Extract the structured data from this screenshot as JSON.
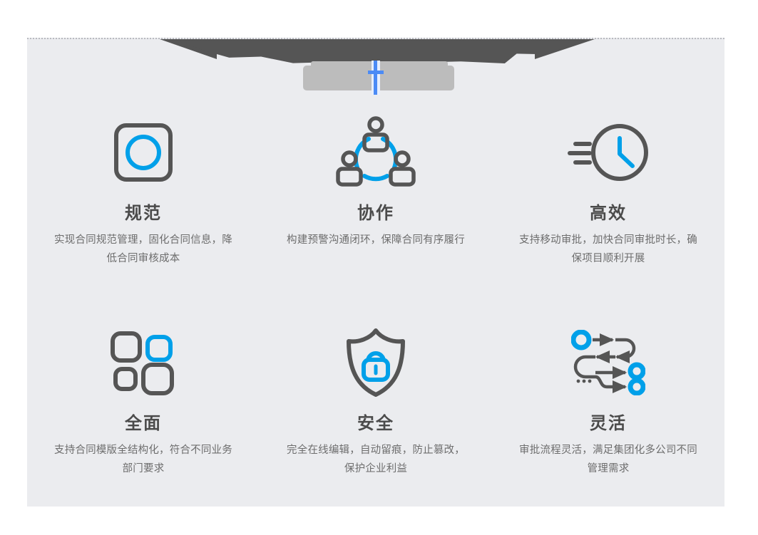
{
  "page": {
    "background_color": "#ffffff",
    "panel_color": "#ebecef",
    "accent_color": "#00a0e9",
    "icon_gray": "#555555",
    "title_color": "#4b4b4b",
    "desc_color": "#6d6d6d"
  },
  "header": {
    "state": "obscured",
    "redaction_color": "#555555",
    "blur_bar_color": "#bcbcbc",
    "caret_color": "#4c8bf5",
    "caret_name": "text-cursor"
  },
  "features": [
    {
      "icon": "rounded-square-circle-icon",
      "title": "规范",
      "desc": "实现合同规范管理，固化合同信息，降低合同审核成本"
    },
    {
      "icon": "collaboration-people-icon",
      "title": "协作",
      "desc": "构建预警沟通闭环，保障合同有序履行"
    },
    {
      "icon": "fast-clock-icon",
      "title": "高效",
      "desc": "支持移动审批，加快合同审批时长，确保项目顺利开展"
    },
    {
      "icon": "grid-blocks-icon",
      "title": "全面",
      "desc": "支持合同模版全结构化，符合不同业务部门要求"
    },
    {
      "icon": "shield-lock-icon",
      "title": "安全",
      "desc": "完全在线编辑，自动留痕，防止篡改，保护企业利益"
    },
    {
      "icon": "flexible-workflow-icon",
      "title": "灵活",
      "desc": "审批流程灵活，满足集团化多公司不同管理需求"
    }
  ]
}
